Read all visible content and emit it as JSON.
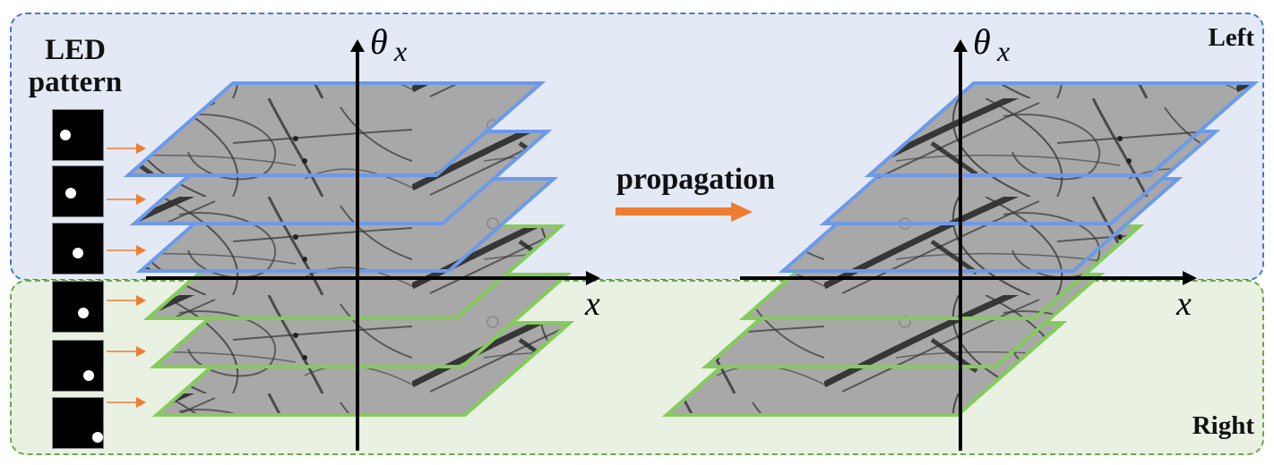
{
  "figure": {
    "led_title_line1": "LED",
    "led_title_line2": "pattern",
    "region_top_label": "Left",
    "region_bottom_label": "Right",
    "propagation_label": "propagation",
    "left_axes": {
      "vertical_label": "θ",
      "vertical_subscript": "x",
      "horizontal_label": "x"
    },
    "right_axes": {
      "vertical_label": "θ",
      "vertical_subscript": "x",
      "horizontal_label": "x"
    },
    "colors": {
      "left_region_fill": "#e3e9f5",
      "left_region_border": "#4a78c8",
      "right_region_fill": "#e9f1e3",
      "right_region_border": "#6aaa48",
      "blue_frame": "#6d9ae8",
      "green_frame": "#84cc5a",
      "arrow_orange": "#ee7d31",
      "axis": "#000000"
    },
    "led_patterns": [
      {
        "index": 1,
        "group": "Left"
      },
      {
        "index": 2,
        "group": "Left"
      },
      {
        "index": 3,
        "group": "Left"
      },
      {
        "index": 4,
        "group": "Right"
      },
      {
        "index": 5,
        "group": "Right"
      },
      {
        "index": 6,
        "group": "Right"
      }
    ],
    "layers": [
      {
        "index": 1,
        "group": "Left",
        "frame": "blue"
      },
      {
        "index": 2,
        "group": "Left",
        "frame": "blue"
      },
      {
        "index": 3,
        "group": "Left",
        "frame": "blue"
      },
      {
        "index": 4,
        "group": "Right",
        "frame": "green"
      },
      {
        "index": 5,
        "group": "Right",
        "frame": "green"
      },
      {
        "index": 6,
        "group": "Right",
        "frame": "green"
      }
    ]
  }
}
